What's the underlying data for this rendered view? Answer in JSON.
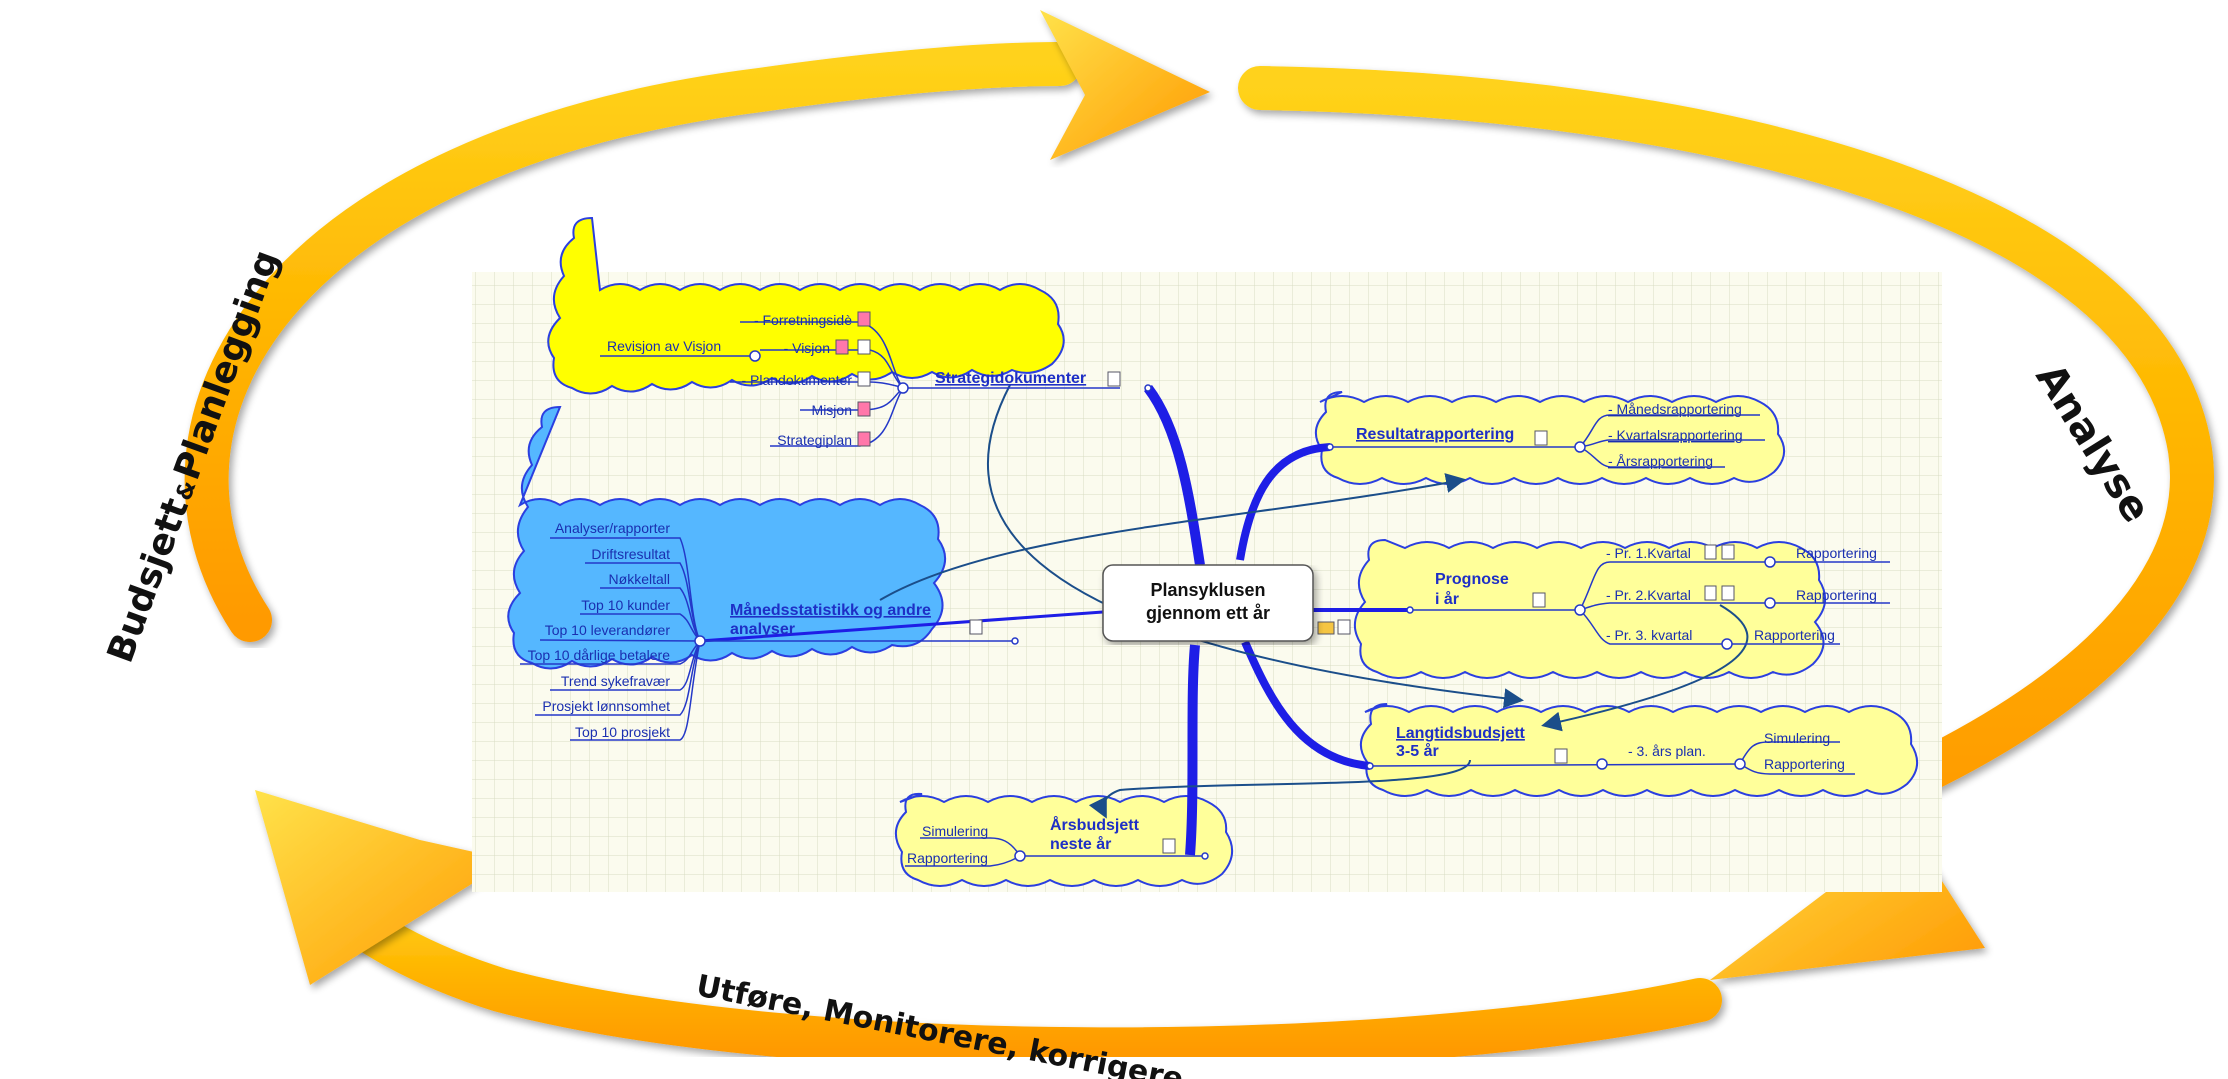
{
  "cycle": {
    "left_label_main": "Budsjett",
    "left_label_amp": "&",
    "left_label_end": "Planlegging",
    "right_label": "Analyse",
    "bottom_label": "Utføre, Monitorere, korrigere"
  },
  "center": {
    "line1": "Plansyklusen",
    "line2": "gjennom ett år"
  },
  "strategi": {
    "title": "Strategidokumenter",
    "revisjon": "Revisjon av Visjon",
    "items": [
      "- Forretningsidè",
      "- Visjon",
      "- Plandokumenter",
      "Misjon",
      "Strategiplan"
    ]
  },
  "maaned": {
    "title_line1": "Månedsstatistikk og andre",
    "title_line2": "analyser",
    "items": [
      "Analyser/rapporter",
      "Driftsresultat",
      "Nøkkeltall",
      "Top 10 kunder",
      "Top 10 leverandører",
      "Top 10 dårlige betalere",
      "Trend sykefravær",
      "Prosjekt lønnsomhet",
      "Top 10 prosjekt"
    ]
  },
  "resultat": {
    "title": "Resultatrapportering",
    "items": [
      "- Månedsrapportering",
      "- Kvartalsrapportering",
      "- Årsrapportering"
    ]
  },
  "prognose": {
    "title_line1": "Prognose",
    "title_line2": "i år",
    "items": [
      "- Pr. 1.Kvartal",
      "- Pr. 2.Kvartal",
      "- Pr. 3. kvartal"
    ],
    "sub": [
      "Rapportering",
      "Rapportering",
      "Rapportering"
    ]
  },
  "langtid": {
    "title_line1": "Langtidsbudsjett",
    "title_line2": "3-5 år",
    "item": "- 3. års plan.",
    "sub": [
      "Simulering",
      "Rapportering"
    ]
  },
  "aars": {
    "title_line1": "Årsbudsjett",
    "title_line2": "neste år",
    "items": [
      "Simulering",
      "Rapportering"
    ]
  }
}
